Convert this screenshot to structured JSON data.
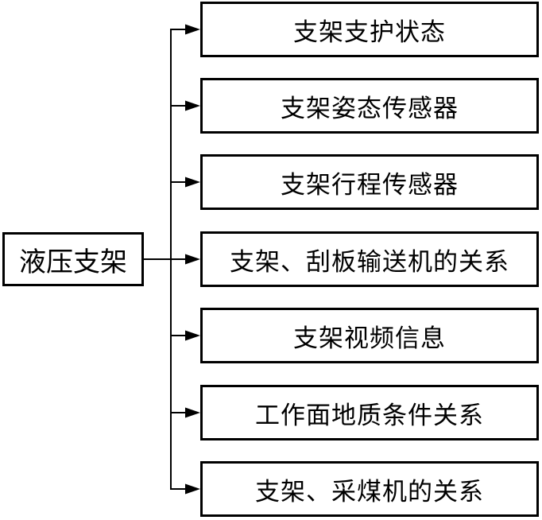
{
  "diagram": {
    "title": "hydraulic-support-information-tree",
    "root": {
      "label": "液压支架"
    },
    "children": [
      {
        "label": "支架支护状态"
      },
      {
        "label": "支架姿态传感器"
      },
      {
        "label": "支架行程传感器"
      },
      {
        "label": "支架、刮板输送机的关系"
      },
      {
        "label": "支架视频信息"
      },
      {
        "label": "工作面地质条件关系"
      },
      {
        "label": "支架、采煤机的关系"
      }
    ],
    "colors": {
      "background": "#ffffff",
      "box_border": "#000000",
      "line": "#000000",
      "text": "#000000"
    }
  }
}
